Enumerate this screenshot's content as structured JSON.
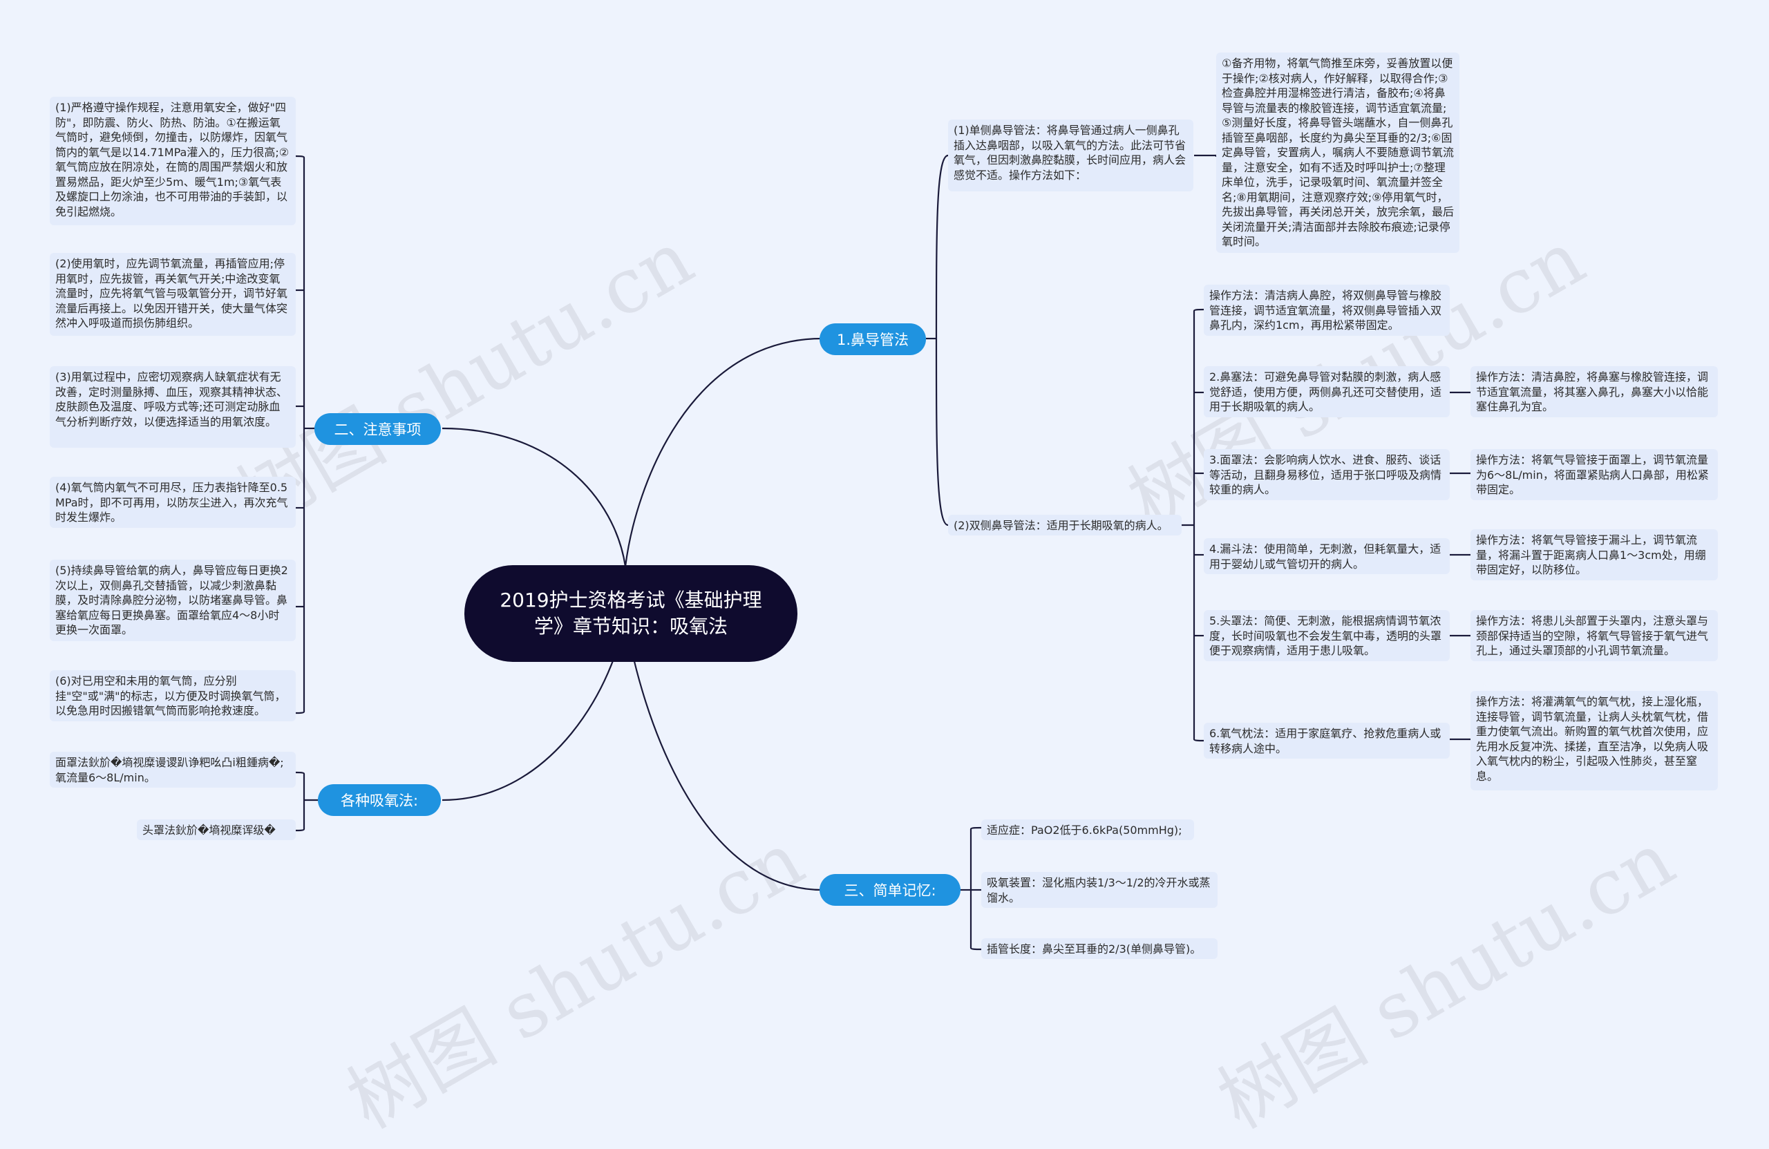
{
  "colors": {
    "background": "#eef3fd",
    "root": "#0f0b2e",
    "branch": "#1f93e0",
    "leaf": "#e3ebfb",
    "line": "#1a1a3a"
  },
  "watermark": "树图 shutu.cn",
  "root": {
    "title": "2019护士资格考试《基础护理学》章节知识：吸氧法"
  },
  "branches": {
    "nasal": {
      "label": "1.鼻导管法",
      "single": {
        "text": "(1)单侧鼻导管法：将鼻导管通过病人一侧鼻孔插入达鼻咽部，以吸入氧气的方法。此法可节省氧气，但因刺激鼻腔黏膜，长时间应用，病人会感觉不适。操作方法如下：",
        "steps": "①备齐用物，将氧气筒推至床旁，妥善放置以便于操作;②核对病人，作好解释，以取得合作;③检查鼻腔并用湿棉签进行清洁，备胶布;④将鼻导管与流量表的橡胶管连接，调节适宜氧流量;⑤测量好长度，将鼻导管头端蘸水，自一侧鼻孔插管至鼻咽部，长度约为鼻尖至耳垂的2/3;⑥固定鼻导管，安置病人，嘱病人不要随意调节氧流量，注意安全，如有不适及时呼叫护士;⑦整理床单位，洗手，记录吸氧时间、氧流量并签全名;⑧用氧期间，注意观察疗效;⑨停用氧气时，先拔出鼻导管，再关闭总开关，放完余氧，最后关闭流量开关;清洁面部并去除胶布痕迹;记录停氧时间。"
      },
      "double": {
        "text": "(2)双侧鼻导管法：适用于长期吸氧的病人。",
        "children": [
          {
            "text": "操作方法：清洁病人鼻腔，将双侧鼻导管与橡胶管连接，调节适宜氧流量，将双侧鼻导管插入双鼻孔内，深约1cm，再用松紧带固定。",
            "op": ""
          },
          {
            "text": "2.鼻塞法：可避免鼻导管对黏膜的刺激，病人感觉舒适，使用方便，两侧鼻孔还可交替使用，适用于长期吸氧的病人。",
            "op": "操作方法：清洁鼻腔，将鼻塞与橡胶管连接，调节适宜氧流量，将其塞入鼻孔，鼻塞大小以恰能塞住鼻孔为宜。"
          },
          {
            "text": "3.面罩法：会影响病人饮水、进食、服药、谈话等活动，且翻身易移位，适用于张口呼吸及病情较重的病人。",
            "op": "操作方法：将氧气导管接于面罩上，调节氧流量为6～8L/min，将面罩紧贴病人口鼻部，用松紧带固定。"
          },
          {
            "text": "4.漏斗法：使用简单，无刺激，但耗氧量大，适用于婴幼儿或气管切开的病人。",
            "op": "操作方法：将氧气导管接于漏斗上，调节氧流量，将漏斗置于距离病人口鼻1～3cm处，用绷带固定好，以防移位。"
          },
          {
            "text": "5.头罩法：简便、无刺激，能根据病情调节氧浓度，长时间吸氧也不会发生氧中毒，透明的头罩便于观察病情，适用于患儿吸氧。",
            "op": "操作方法：将患儿头部置于头罩内，注意头罩与颈部保持适当的空隙，将氧气导管接于氧气进气孔上，通过头罩顶部的小孔调节氧流量。"
          },
          {
            "text": "6.氧气枕法：适用于家庭氧疗、抢救危重病人或转移病人途中。",
            "op": "操作方法：将灌满氧气的氧气枕，接上湿化瓶，连接导管，调节氧流量，让病人头枕氧气枕，借重力使氧气流出。新购置的氧气枕首次使用，应先用水反复冲洗、揉搓，直至洁净，以免病人吸入氧气枕内的粉尘，引起吸入性肺炎，甚至窒息。"
          }
        ]
      }
    },
    "notes": {
      "label": "二、注意事项",
      "items": [
        "(1)严格遵守操作规程，注意用氧安全，做好\"四防\"，即防震、防火、防热、防油。①在搬运氧气筒时，避免倾倒，勿撞击，以防爆炸，因氧气筒内的氧气是以14.71MPa灌入的，压力很高;②氧气筒应放在阴凉处，在筒的周围严禁烟火和放置易燃品，距火炉至少5m、暖气1m;③氧气表及螺旋口上勿涂油，也不可用带油的手装卸，以免引起燃烧。",
        "(2)使用氧时，应先调节氧流量，再插管应用;停用氧时，应先拔管，再关氧气开关;中途改变氧流量时，应先将氧气管与吸氧管分开，调节好氧流量后再接上。以免因开错开关，使大量气体突然冲入呼吸道而损伤肺组织。",
        "(3)用氧过程中，应密切观察病人缺氧症状有无改善，定时测量脉搏、血压，观察其精神状态、皮肤颜色及温度、呼吸方式等;还可测定动脉血气分析判断疗效，以便选择适当的用氧浓度。",
        "(4)氧气筒内氧气不可用尽，压力表指针降至0.5MPa时，即不可再用，以防灰尘进入，再次充气时发生爆炸。",
        "(5)持续鼻导管给氧的病人，鼻导管应每日更换2次以上，双侧鼻孔交替插管，以减少刺激鼻黏膜，及时清除鼻腔分泌物，以防堵塞鼻导管。鼻塞给氧应每日更换鼻塞。面罩给氧应4～8小时更换一次面罩。",
        "(6)对已用空和未用的氧气筒，应分别挂\"空\"或\"满\"的标志，以方便及时调换氧气筒，以免急用时因搬错氧气筒而影响抢救速度。"
      ]
    },
    "methods": {
      "label": "各种吸氧法:",
      "items": [
        "面罩法鈥斺�墒视糜谩谡趴诤粑吆凸ⅰ粗鍾病�;氧流量6～8L/min。",
        "头罩法鈥斺�墒视糜诨级�"
      ]
    },
    "memory": {
      "label": "三、简单记忆:",
      "items": [
        "适应症：PaO2低于6.6kPa(50mmHg);",
        "吸氧装置：湿化瓶内装1/3～1/2的冷开水或蒸馏水。",
        "插管长度：鼻尖至耳垂的2/3(单侧鼻导管)。"
      ]
    }
  }
}
